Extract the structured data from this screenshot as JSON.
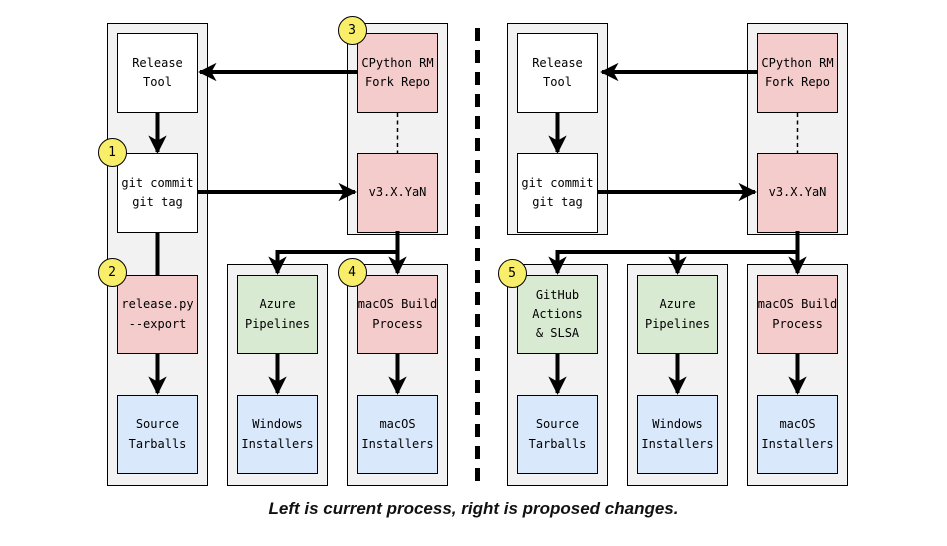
{
  "diagram": {
    "caption": "Left is current process, right is proposed changes.",
    "colors": {
      "box_pink": "#f4cccc",
      "box_green": "#d9ead3",
      "box_blue": "#dae8fc",
      "box_white": "#ffffff",
      "container_gray": "#f2f2f2",
      "badge_yellow": "#f8ee6a",
      "line_black": "#000000"
    },
    "badges": {
      "b1": "1",
      "b2": "2",
      "b3": "3",
      "b4": "4",
      "b5": "5"
    },
    "left": {
      "release_tool": "Release\nTool",
      "git_commit": "git commit\ngit tag",
      "release_py": "release.py\n--export",
      "source_tarballs": "Source\nTarballs",
      "cpython_rm": "CPython RM\nFork Repo",
      "v3xyan": "v3.X.YaN",
      "azure_pipelines": "Azure\nPipelines",
      "windows_installers": "Windows\nInstallers",
      "macos_build": "macOS Build\nProcess",
      "macos_installers": "macOS\nInstallers"
    },
    "right": {
      "release_tool": "Release\nTool",
      "git_commit": "git commit\ngit tag",
      "cpython_rm": "CPython RM\nFork Repo",
      "v3xyan": "v3.X.YaN",
      "github_actions": "GitHub\nActions\n& SLSA",
      "source_tarballs": "Source\nTarballs",
      "azure_pipelines": "Azure\nPipelines",
      "windows_installers": "Windows\nInstallers",
      "macos_build": "macOS Build\nProcess",
      "macos_installers": "macOS\nInstallers"
    }
  }
}
